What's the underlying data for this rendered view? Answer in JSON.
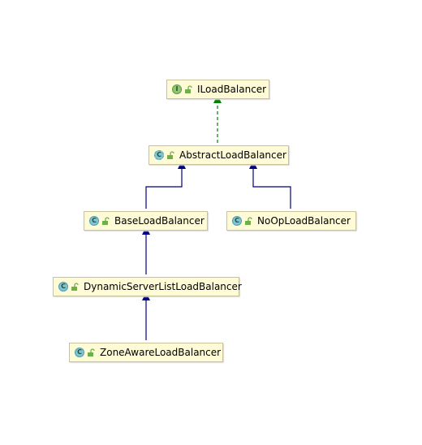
{
  "colors": {
    "implements_edge": "#008000",
    "extends_edge": "#000080",
    "node_fill": "#fefbd6",
    "node_border": "#c8c39a",
    "class_badge": "#7fc6d3",
    "interface_badge": "#8fc66e"
  },
  "nodes": {
    "iloadbalancer": {
      "name": "ILoadBalancer",
      "kind": "interface",
      "badge": "I",
      "icon": "interface-icon"
    },
    "abstract": {
      "name": "AbstractLoadBalancer",
      "kind": "abstract-class",
      "badge": "C",
      "icon": "abstract-class-icon"
    },
    "base": {
      "name": "BaseLoadBalancer",
      "kind": "class",
      "badge": "C",
      "icon": "class-icon"
    },
    "noop": {
      "name": "NoOpLoadBalancer",
      "kind": "class",
      "badge": "C",
      "icon": "class-icon"
    },
    "dynamic": {
      "name": "DynamicServerListLoadBalancer",
      "kind": "class",
      "badge": "C",
      "icon": "class-icon"
    },
    "zone": {
      "name": "ZoneAwareLoadBalancer",
      "kind": "class",
      "badge": "C",
      "icon": "class-icon"
    }
  },
  "edges": [
    {
      "from": "abstract",
      "to": "iloadbalancer",
      "relation": "implements"
    },
    {
      "from": "base",
      "to": "abstract",
      "relation": "extends"
    },
    {
      "from": "noop",
      "to": "abstract",
      "relation": "extends"
    },
    {
      "from": "dynamic",
      "to": "base",
      "relation": "extends"
    },
    {
      "from": "zone",
      "to": "dynamic",
      "relation": "extends"
    }
  ]
}
